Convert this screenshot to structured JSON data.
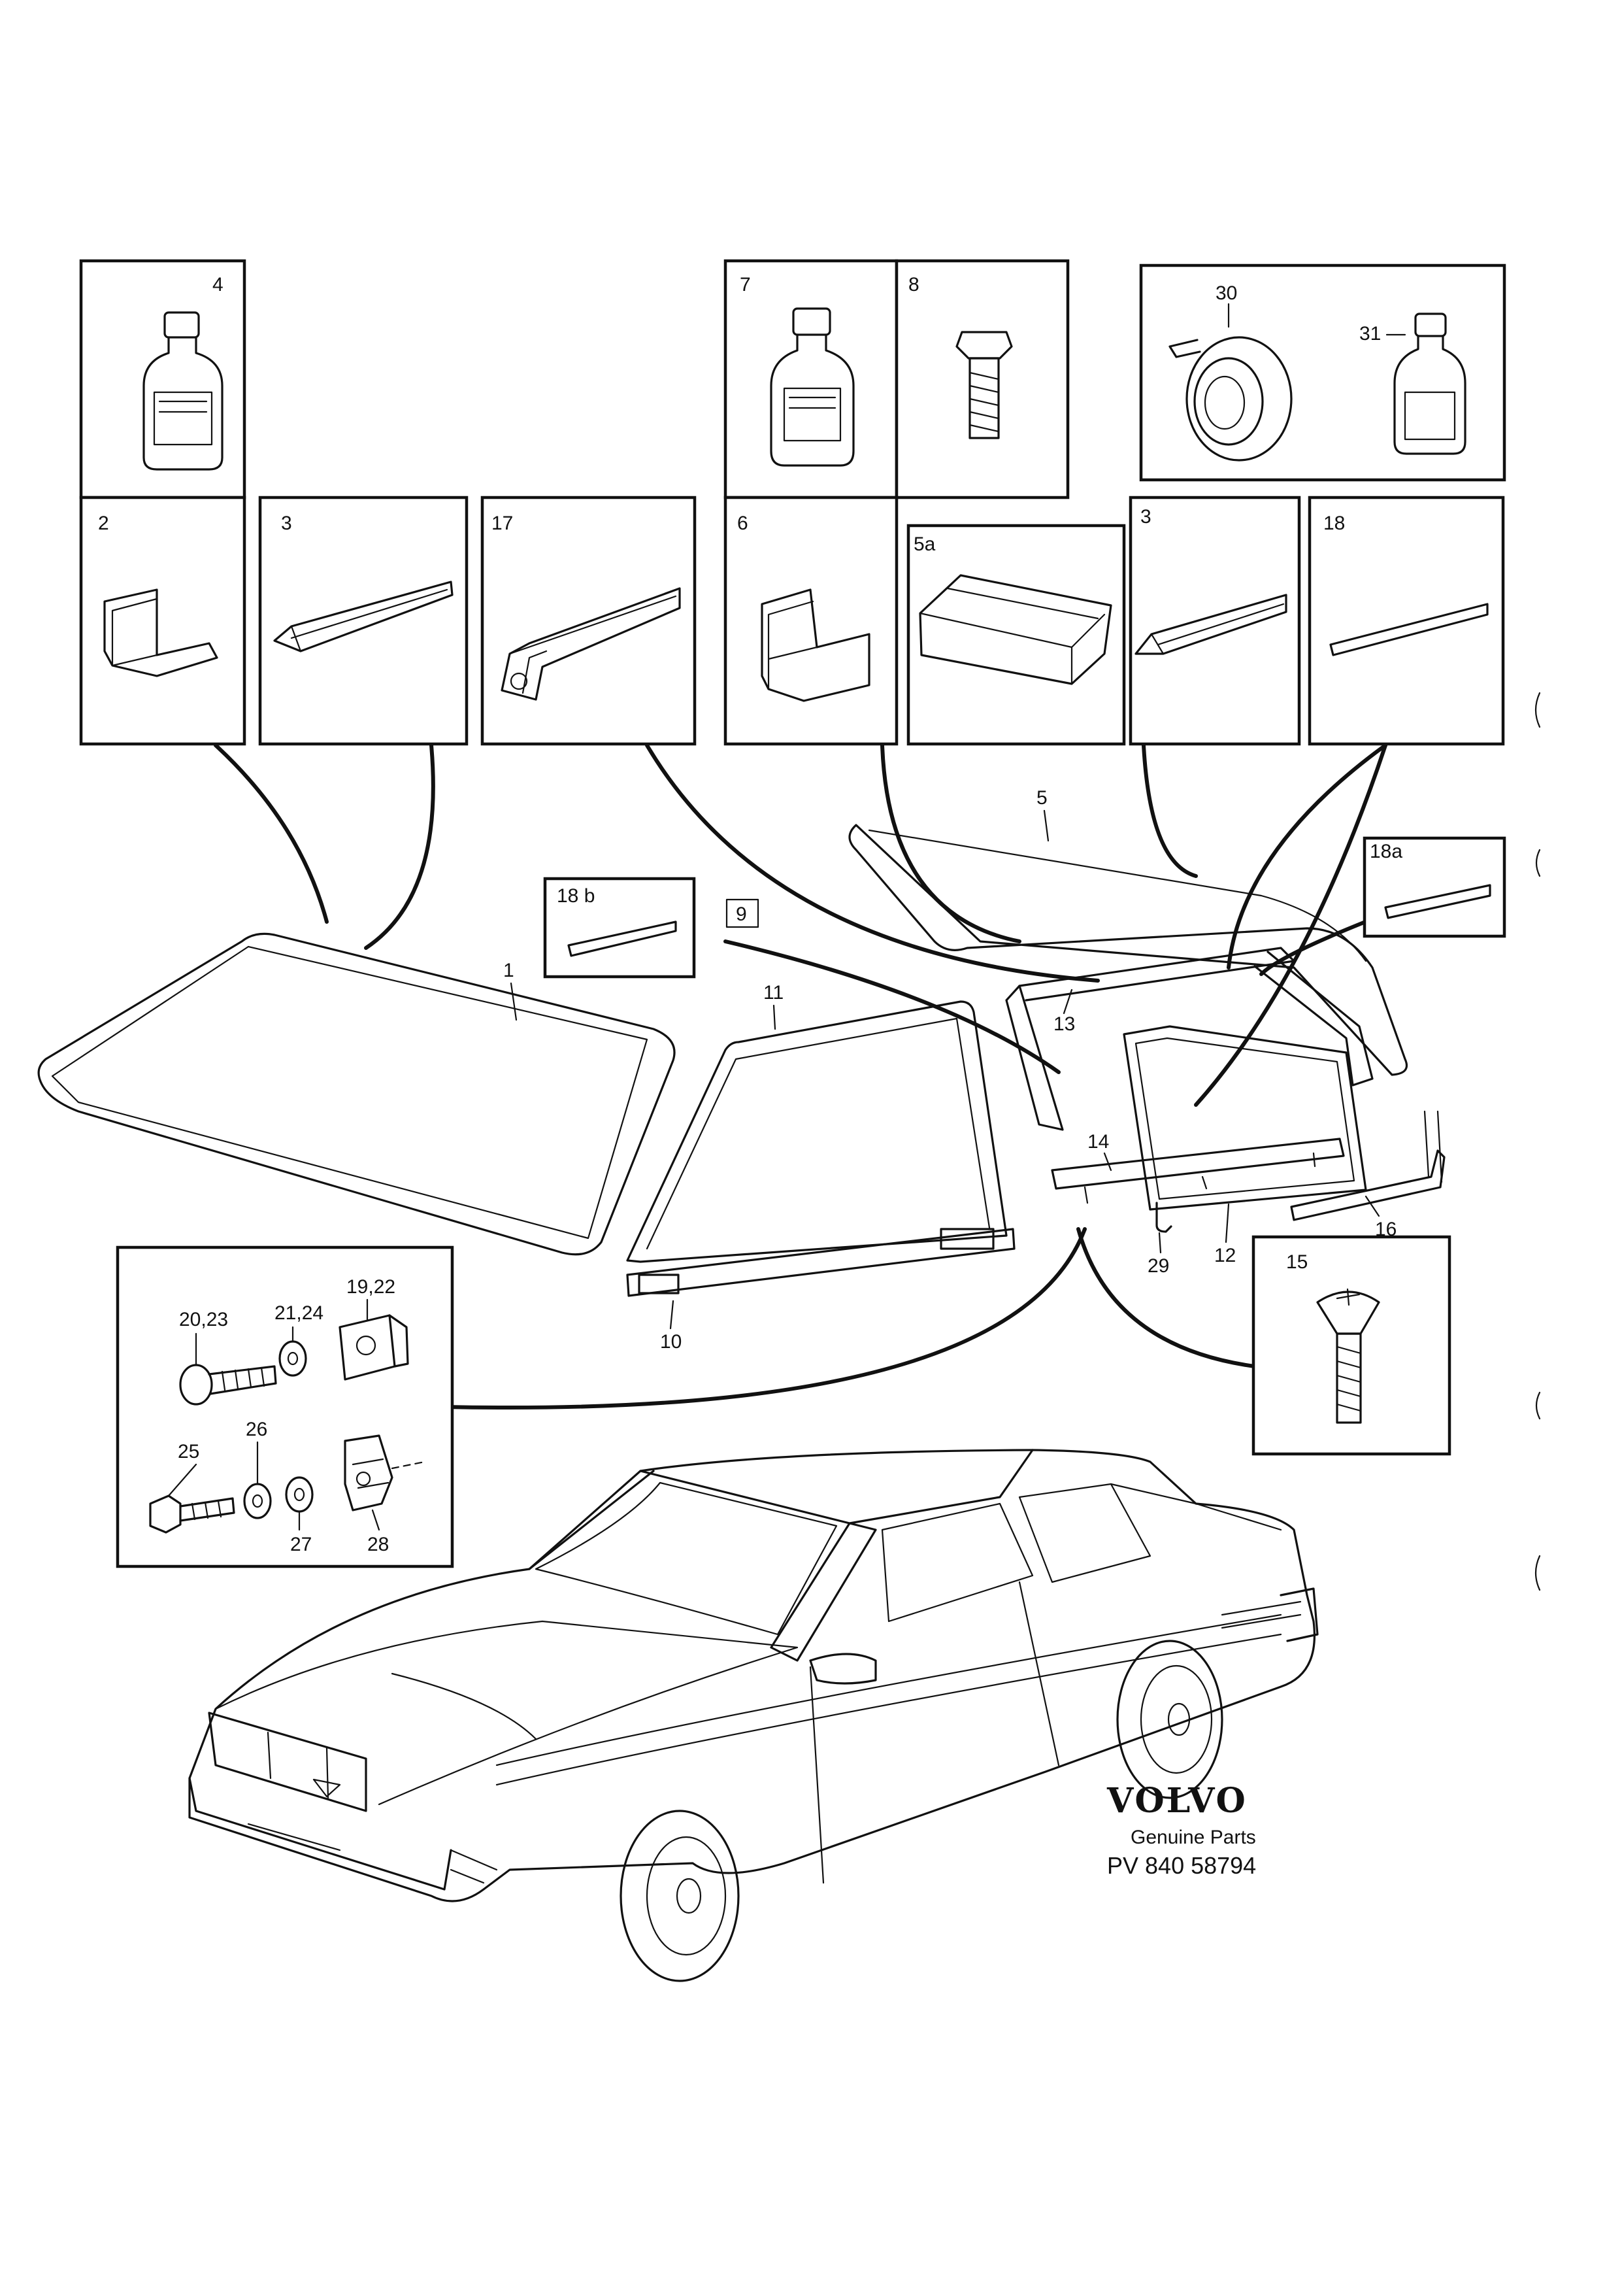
{
  "labels": {
    "p4": "4",
    "p7": "7",
    "p8": "8",
    "p30": "30",
    "p31": "31",
    "p2": "2",
    "p3a": "3",
    "p17": "17",
    "p6": "6",
    "p5a": "5a",
    "p3b": "3",
    "p18": "18",
    "p5": "5",
    "p18a": "18a",
    "p18b": "18 b",
    "p9": "9",
    "p1": "1",
    "p11": "11",
    "p13": "13",
    "p14": "14",
    "p10": "10",
    "p12": "12",
    "p29": "29",
    "p16": "16",
    "p15": "15",
    "p2023": "20,23",
    "p2124": "21,24",
    "p1922": "19,22",
    "p25": "25",
    "p26": "26",
    "p27": "27",
    "p28": "28"
  },
  "brand": {
    "name": "VOLVO",
    "subtitle": "Genuine Parts",
    "code": "PV 840 58794"
  },
  "icons": [
    "bottle-icon",
    "bolt-icon",
    "tape-roll-icon",
    "corner-block-icon",
    "seal-strip-icon",
    "rubber-moulding-icon",
    "trim-strip-icon",
    "screw-icon",
    "clip-icon",
    "washer-icon",
    "car-icon",
    "glass-pane-icon"
  ]
}
